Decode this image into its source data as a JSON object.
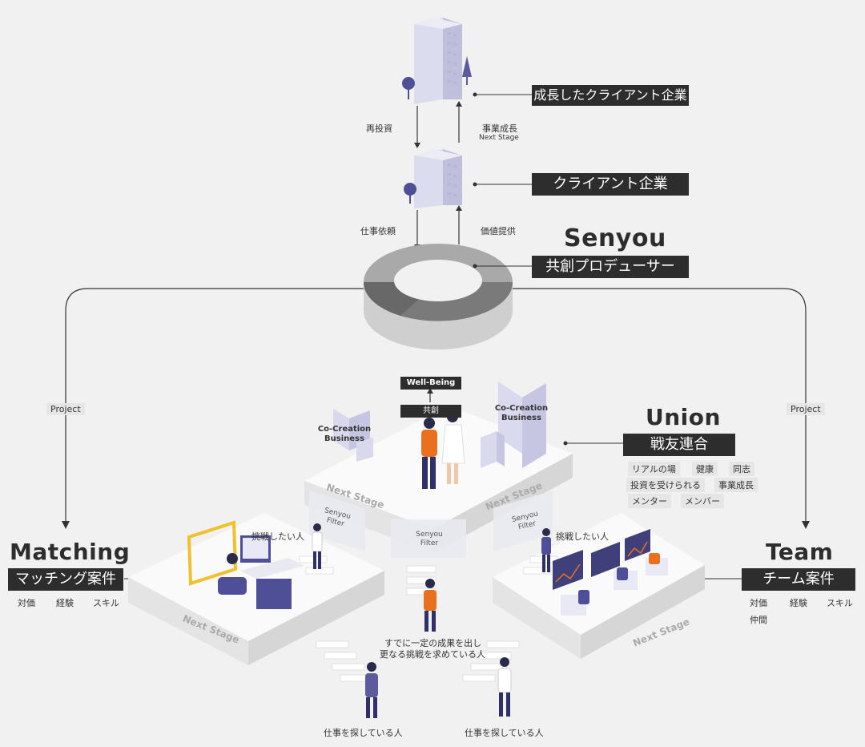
{
  "top": {
    "growth_client_label": "成長したクライアント企業",
    "client_label": "クライアント企業",
    "reinvest": "再投資",
    "business_growth": "事業成長",
    "next_stage": "Next Stage",
    "work_request": "仕事依頼",
    "value_provision": "価値提供"
  },
  "senyou": {
    "title": "Senyou",
    "subtitle": "共創プロデューサー"
  },
  "project_left": "Project",
  "project_right": "Project",
  "center": {
    "well_being": "Well-Being",
    "kyoso": "共創",
    "co_creation_left": "Co-Creation\nBusiness",
    "co_creation_right": "Co-Creation\nBusiness",
    "filter_left": "Senyou\nFilter",
    "filter_center": "Senyou\nFilter",
    "filter_right": "Senyou\nFilter",
    "next_stage_a": "Next Stage",
    "next_stage_b": "Next Stage",
    "next_stage_c": "Next Stage",
    "next_stage_d": "Next Stage",
    "challenge_left": "挑戦したい人",
    "challenge_right": "挑戦したい人",
    "achieved_line1": "すでに一定の成果を出し",
    "achieved_line2": "更なる挑戦を求めている人",
    "job_seeker_left": "仕事を探している人",
    "job_seeker_right": "仕事を探している人"
  },
  "union": {
    "title": "Union",
    "subtitle": "戦友連合",
    "tags": [
      "リアルの場",
      "健康",
      "同志",
      "投資を受けられる",
      "事業成長",
      "メンター",
      "メンバー"
    ]
  },
  "matching": {
    "title": "Matching",
    "subtitle": "マッチング案件",
    "tags": [
      "対価",
      "経験",
      "スキル"
    ]
  },
  "team": {
    "title": "Team",
    "subtitle": "チーム案件",
    "tags": [
      "対価",
      "経験",
      "スキル",
      "仲間"
    ]
  },
  "colors": {
    "dark_label": "#2d2d2d",
    "ring_dark": "#6b6b6b",
    "ring_light": "#a9a9a9",
    "lavender": "#d9d9ee",
    "accent_purple": "#5b5b9e",
    "accent_orange": "#e8701e",
    "accent_yellow": "#f0c02e"
  }
}
